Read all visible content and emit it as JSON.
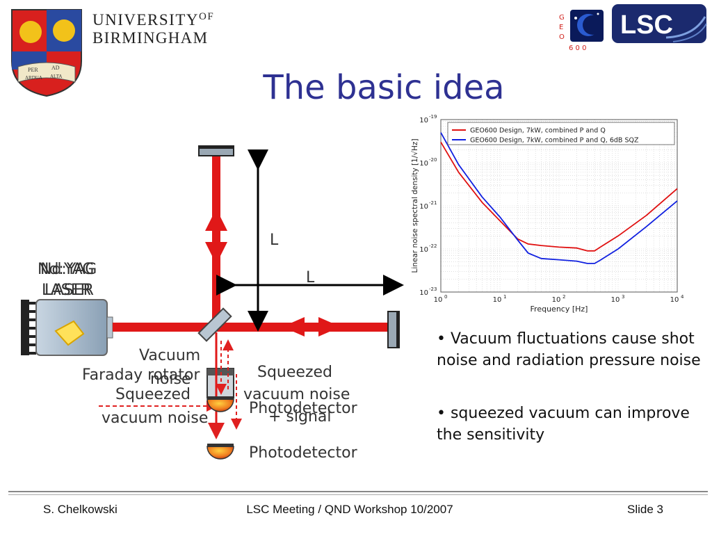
{
  "header": {
    "university_line1": "UNIVERSITY",
    "university_of": "OF",
    "university_line2": "BIRMINGHAM",
    "crest_motto_1": "PER",
    "crest_motto_2": "AD",
    "crest_motto_3": "ARDUA",
    "crest_motto_4": "ALTA",
    "geo_letters": [
      "G",
      "E",
      "O"
    ],
    "geo_number": "6 0 0",
    "lsc_logo_text": "LSC"
  },
  "slide": {
    "title": "The basic idea"
  },
  "diagram": {
    "laser_label_a": "Nd:YAG",
    "laser_label_b": "LASER",
    "laser_label_a_ghost": "Nd:YAG",
    "laser_label_b_ghost": "LASER",
    "arm_label_vertical": "L",
    "arm_label_horizontal": "L",
    "vacuum_noise_line1": "Vacuum",
    "vacuum_noise_line2": "noise",
    "faraday_rotator": "Faraday rotator",
    "squeezed_left_line1": "Squeezed",
    "squeezed_left_line2": "vacuum noise",
    "squeezed_right_line1": "Squeezed",
    "squeezed_right_line2": "vacuum noise",
    "signal_label": "+ signal",
    "photodetector_upper": "Photodetector",
    "photodetector_lower": "Photodetector"
  },
  "chart_data": {
    "type": "line",
    "title": "",
    "xlabel": "Frequency  [Hz]",
    "ylabel": "Linear noise spectral density  [1/√Hz]",
    "xscale": "log",
    "yscale": "log",
    "xlim": [
      1,
      10000
    ],
    "ylim": [
      1e-23,
      1e-19
    ],
    "x_ticks": [
      "10",
      "10",
      "10",
      "10",
      "10"
    ],
    "x_tick_exponents": [
      "0",
      "1",
      "2",
      "3",
      "4"
    ],
    "y_ticks": [
      "10",
      "10",
      "10",
      "10",
      "10"
    ],
    "y_tick_exponents": [
      "-19",
      "-20",
      "-21",
      "-22",
      "-23"
    ],
    "grid": true,
    "legend_position": "top-right",
    "series": [
      {
        "name": "GEO600 Design, 7kW, combined P and Q",
        "color": "#e01010",
        "x": [
          1,
          2,
          5,
          10,
          20,
          30,
          50,
          100,
          200,
          300,
          400,
          500,
          1000,
          3000,
          10000
        ],
        "y": [
          3e-20,
          6e-21,
          1.2e-21,
          4.5e-22,
          1.7e-22,
          1.3e-22,
          1.2e-22,
          1.1e-22,
          1.05e-22,
          9e-23,
          9e-23,
          1.1e-22,
          2e-22,
          6e-22,
          2.5e-21
        ]
      },
      {
        "name": "GEO600 Design, 7kW, combined P and Q, 6dB SQZ",
        "color": "#1020e0",
        "x": [
          1,
          2,
          5,
          10,
          20,
          30,
          50,
          100,
          200,
          300,
          400,
          500,
          1000,
          3000,
          10000
        ],
        "y": [
          5e-20,
          9e-21,
          1.6e-21,
          5.5e-22,
          1.6e-22,
          8e-23,
          6e-23,
          5.6e-23,
          5.2e-23,
          4.6e-23,
          4.6e-23,
          5.5e-23,
          1e-22,
          3.3e-22,
          1.3e-21
        ]
      }
    ]
  },
  "bullets": [
    "• Vacuum fluctuations cause shot noise and radiation pressure noise",
    "• squeezed vacuum can improve the sensitivity"
  ],
  "footer": {
    "author": "S. Chelkowski",
    "event": "LSC Meeting / QND Workshop 10/2007",
    "slide_number": "Slide 3"
  }
}
